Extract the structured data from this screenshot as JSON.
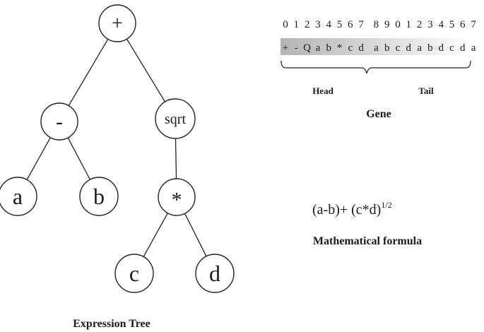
{
  "tree": {
    "nodes": [
      {
        "id": "plus",
        "label": "+",
        "name": "tree-node-plus"
      },
      {
        "id": "minus",
        "label": "-",
        "name": "tree-node-minus"
      },
      {
        "id": "sqrt",
        "label": "sqrt",
        "name": "tree-node-sqrt"
      },
      {
        "id": "a",
        "label": "a",
        "name": "tree-node-a"
      },
      {
        "id": "b",
        "label": "b",
        "name": "tree-node-b"
      },
      {
        "id": "mul",
        "label": "*",
        "name": "tree-node-multiply"
      },
      {
        "id": "c",
        "label": "c",
        "name": "tree-node-c"
      },
      {
        "id": "d",
        "label": "d",
        "name": "tree-node-d"
      }
    ],
    "edges": [
      [
        "plus",
        "minus"
      ],
      [
        "plus",
        "sqrt"
      ],
      [
        "minus",
        "a"
      ],
      [
        "minus",
        "b"
      ],
      [
        "sqrt",
        "mul"
      ],
      [
        "mul",
        "c"
      ],
      [
        "mul",
        "d"
      ]
    ],
    "caption": "Expression Tree"
  },
  "gene": {
    "indices": [
      "0",
      "1",
      "2",
      "3",
      "4",
      "5",
      "6",
      "7",
      "8",
      "9",
      "0",
      "1",
      "2",
      "3",
      "4",
      "5",
      "6",
      "7"
    ],
    "symbols": [
      "+",
      "-",
      "Q",
      "a",
      "b",
      "*",
      "c",
      "d",
      "a",
      "b",
      "c",
      "d",
      "a",
      "b",
      "d",
      "c",
      "d",
      "a"
    ],
    "head_label": "Head",
    "tail_label": "Tail",
    "caption": "Gene",
    "head_length": 8,
    "colors": {
      "start": "#b4b4b4",
      "end": "#ffffff"
    }
  },
  "formula": {
    "base": "(a-b)+ (c*d)",
    "exponent": "1/2",
    "caption": "Mathematical formula"
  }
}
